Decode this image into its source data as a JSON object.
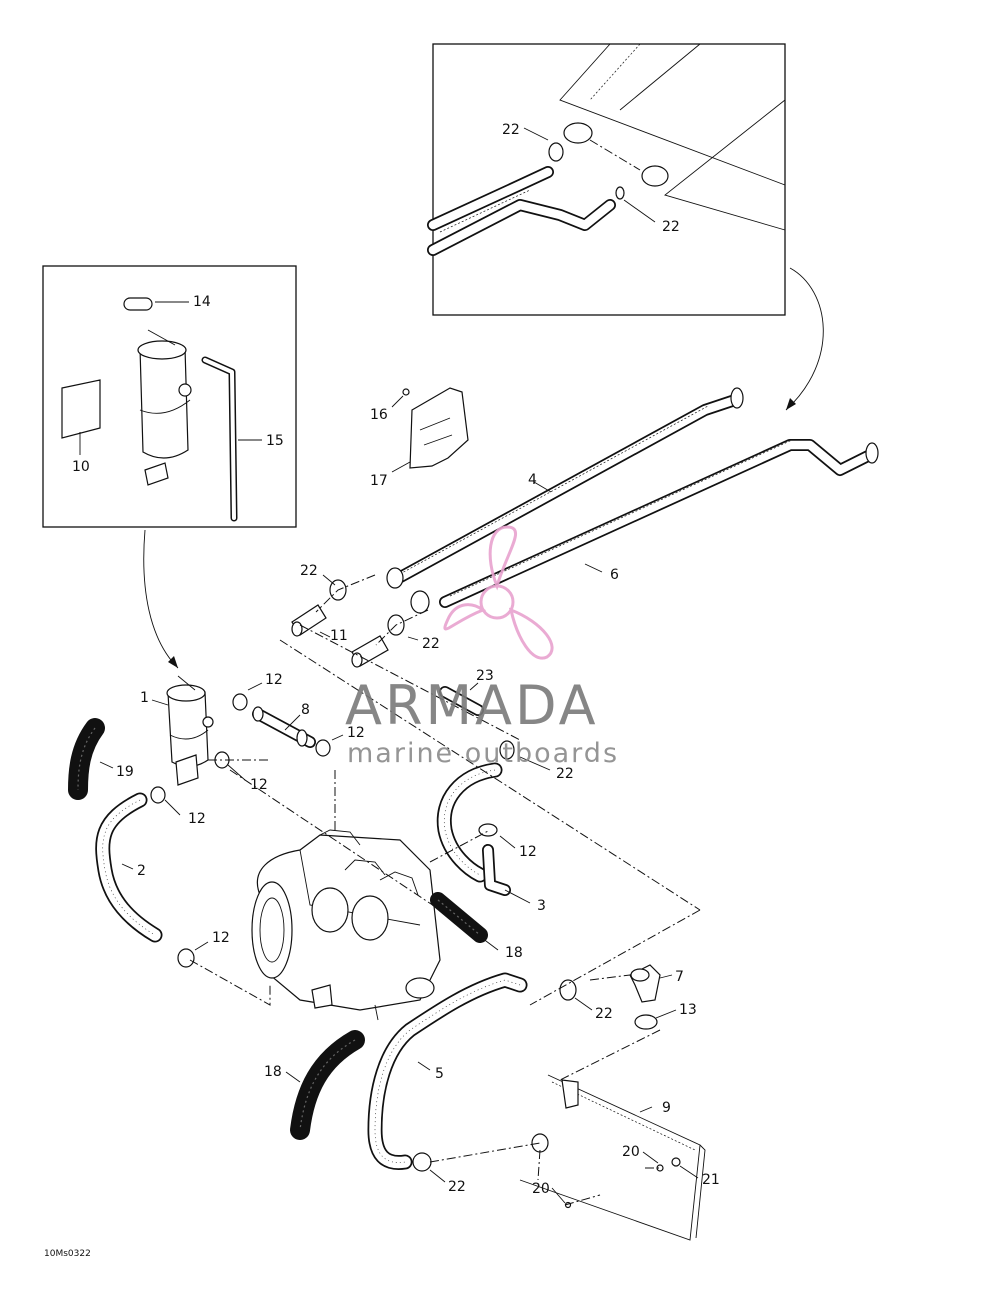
{
  "figure": {
    "reference_code": "10Ms0322"
  },
  "callouts": [
    {
      "id": "c14",
      "text": "14"
    },
    {
      "id": "c10",
      "text": "10"
    },
    {
      "id": "c15",
      "text": "15"
    },
    {
      "id": "c16",
      "text": "16"
    },
    {
      "id": "c17",
      "text": "17"
    },
    {
      "id": "c4",
      "text": "4"
    },
    {
      "id": "c6",
      "text": "6"
    },
    {
      "id": "c22a",
      "text": "22"
    },
    {
      "id": "c22b",
      "text": "22"
    },
    {
      "id": "c22c",
      "text": "22"
    },
    {
      "id": "c22d",
      "text": "22"
    },
    {
      "id": "c11",
      "text": "11"
    },
    {
      "id": "c23",
      "text": "23"
    },
    {
      "id": "c1",
      "text": "1"
    },
    {
      "id": "c12a",
      "text": "12"
    },
    {
      "id": "c8",
      "text": "8"
    },
    {
      "id": "c12b",
      "text": "12"
    },
    {
      "id": "c22e",
      "text": "22"
    },
    {
      "id": "c19",
      "text": "19"
    },
    {
      "id": "c12c",
      "text": "12"
    },
    {
      "id": "c12d",
      "text": "12"
    },
    {
      "id": "c2",
      "text": "2"
    },
    {
      "id": "c12e",
      "text": "12"
    },
    {
      "id": "c3",
      "text": "3"
    },
    {
      "id": "c18a",
      "text": "18"
    },
    {
      "id": "c12f",
      "text": "12"
    },
    {
      "id": "c7",
      "text": "7"
    },
    {
      "id": "c22f",
      "text": "22"
    },
    {
      "id": "c13",
      "text": "13"
    },
    {
      "id": "c5",
      "text": "5"
    },
    {
      "id": "c18b",
      "text": "18"
    },
    {
      "id": "c9",
      "text": "9"
    },
    {
      "id": "c20a",
      "text": "20"
    },
    {
      "id": "c21",
      "text": "21"
    },
    {
      "id": "c22g",
      "text": "22"
    },
    {
      "id": "c20b",
      "text": "20"
    }
  ],
  "watermark": {
    "brand": "ARMADA",
    "tagline": "marine outboards",
    "accent_color": "#e8a2cf",
    "text_color": "#7a7a7a"
  }
}
